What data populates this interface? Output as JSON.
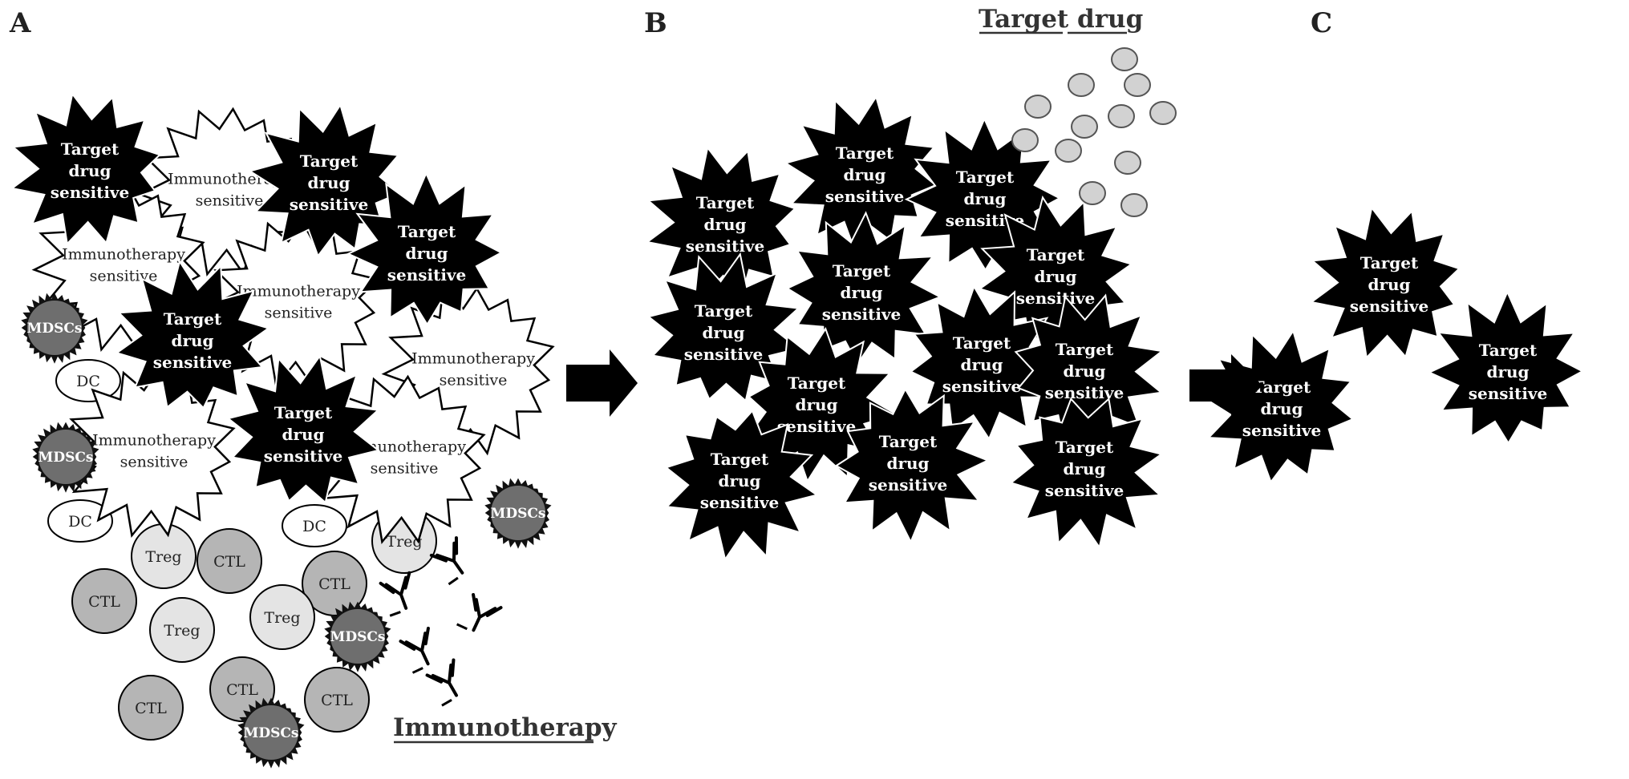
{
  "panels": {
    "a": "A",
    "b": "B",
    "c": "C"
  },
  "labels": {
    "target_drug_title": "Target drug",
    "immunotherapy_title": "Immunotherapy",
    "target_sensitive": [
      "Target",
      "drug",
      "sensitive"
    ],
    "immuno_sensitive": [
      "Immunotherapy",
      "sensitive"
    ],
    "mdsc": "MDSCs",
    "dc": "DC",
    "ctl": "CTL",
    "treg": "Treg"
  },
  "colors": {
    "target_cell": "#000000",
    "immuno_cell_fill": "#ffffff",
    "mdsc_fill": "#6e6e6e",
    "ctl_fill": "#b5b5b5",
    "treg_fill": "#e4e4e4",
    "drug_particle": "#d2d2d2",
    "arrow": "#000000"
  },
  "icons": {
    "antibody": "y-shaped-antibody-icon",
    "drug": "drug-particle-icon",
    "arrow": "right-arrow-icon"
  }
}
